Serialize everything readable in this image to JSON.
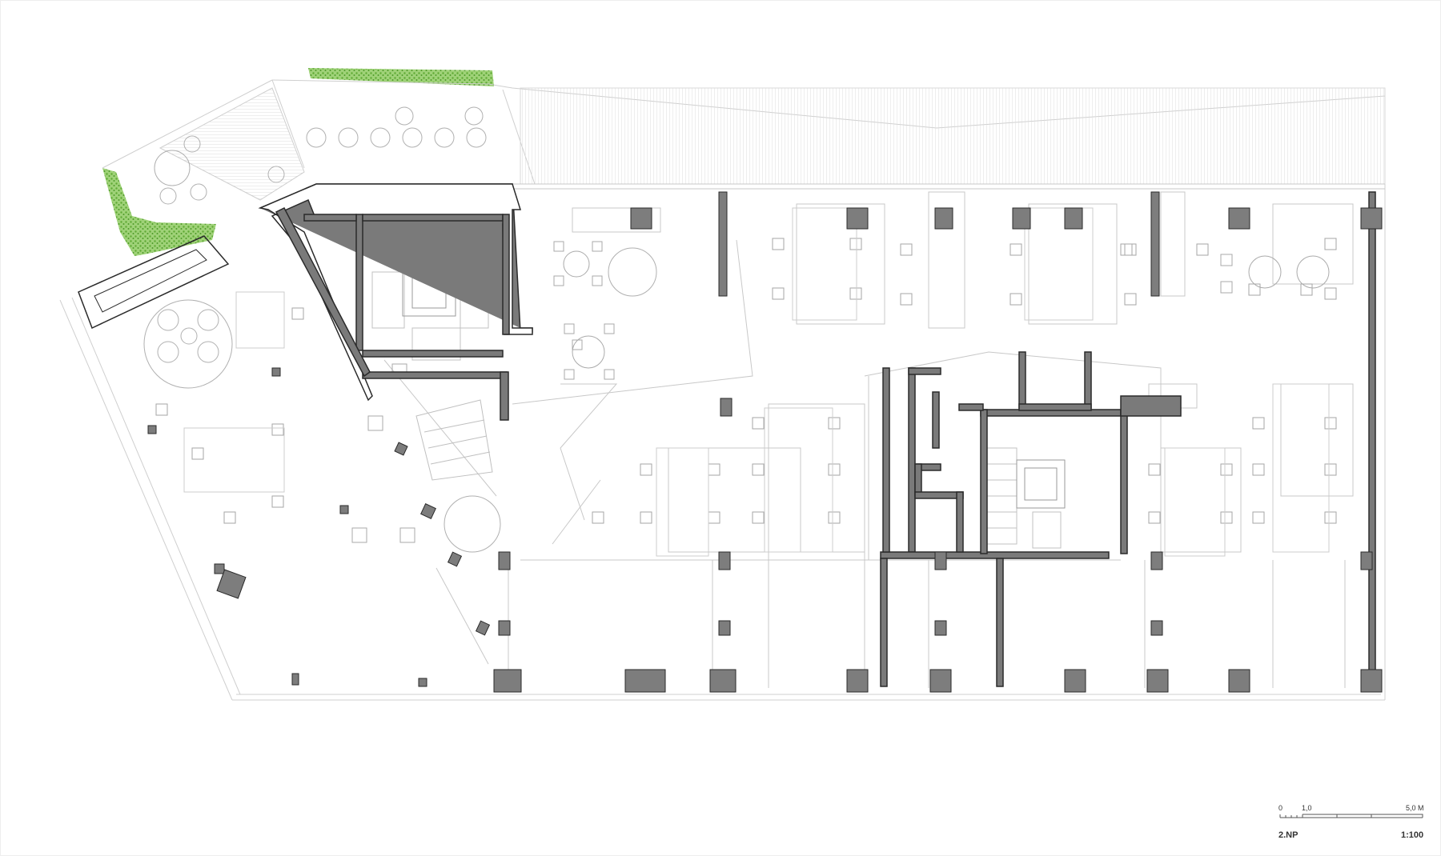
{
  "drawing": {
    "floor_label": "2.NP",
    "scale_ratio": "1:100",
    "scale_bar": {
      "ticks": [
        "0",
        "1,0",
        "5,0 M"
      ]
    }
  },
  "colors": {
    "background": "#ffffff",
    "wall_fill": "#7a7a7a",
    "column_fill": "#7d7d7d",
    "outline": "#2a2a2a",
    "light_line": "#c4c4c4",
    "furniture": "#a8a8a8",
    "greenery": "#7bbf4a"
  }
}
